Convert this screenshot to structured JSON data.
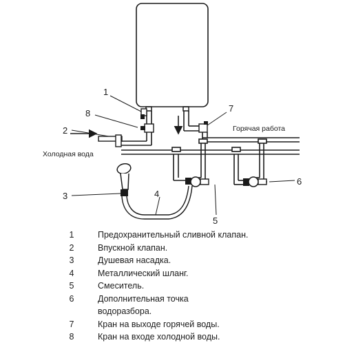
{
  "callouts": {
    "n1": "1",
    "n2": "2",
    "n3": "3",
    "n4": "4",
    "n5": "5",
    "n6": "6",
    "n7": "7",
    "n8": "8"
  },
  "captions": {
    "hot_line": "Горячая работа",
    "cold_water": "Холодная вода"
  },
  "legend": [
    {
      "num": "1",
      "text": "Предохранительный сливной клапан."
    },
    {
      "num": "2",
      "text": "Впускной клапан."
    },
    {
      "num": "3",
      "text": "Душевая насадка."
    },
    {
      "num": "4",
      "text": "Металлический шланг."
    },
    {
      "num": "5",
      "text": "Смеситель."
    },
    {
      "num": "6",
      "text": "Дополнительная точка"
    },
    {
      "num": "",
      "text": "водоразбора."
    },
    {
      "num": "7",
      "text": "Кран на выходе горячей воды."
    },
    {
      "num": "8",
      "text": "Кран на входе холодной воды."
    }
  ]
}
